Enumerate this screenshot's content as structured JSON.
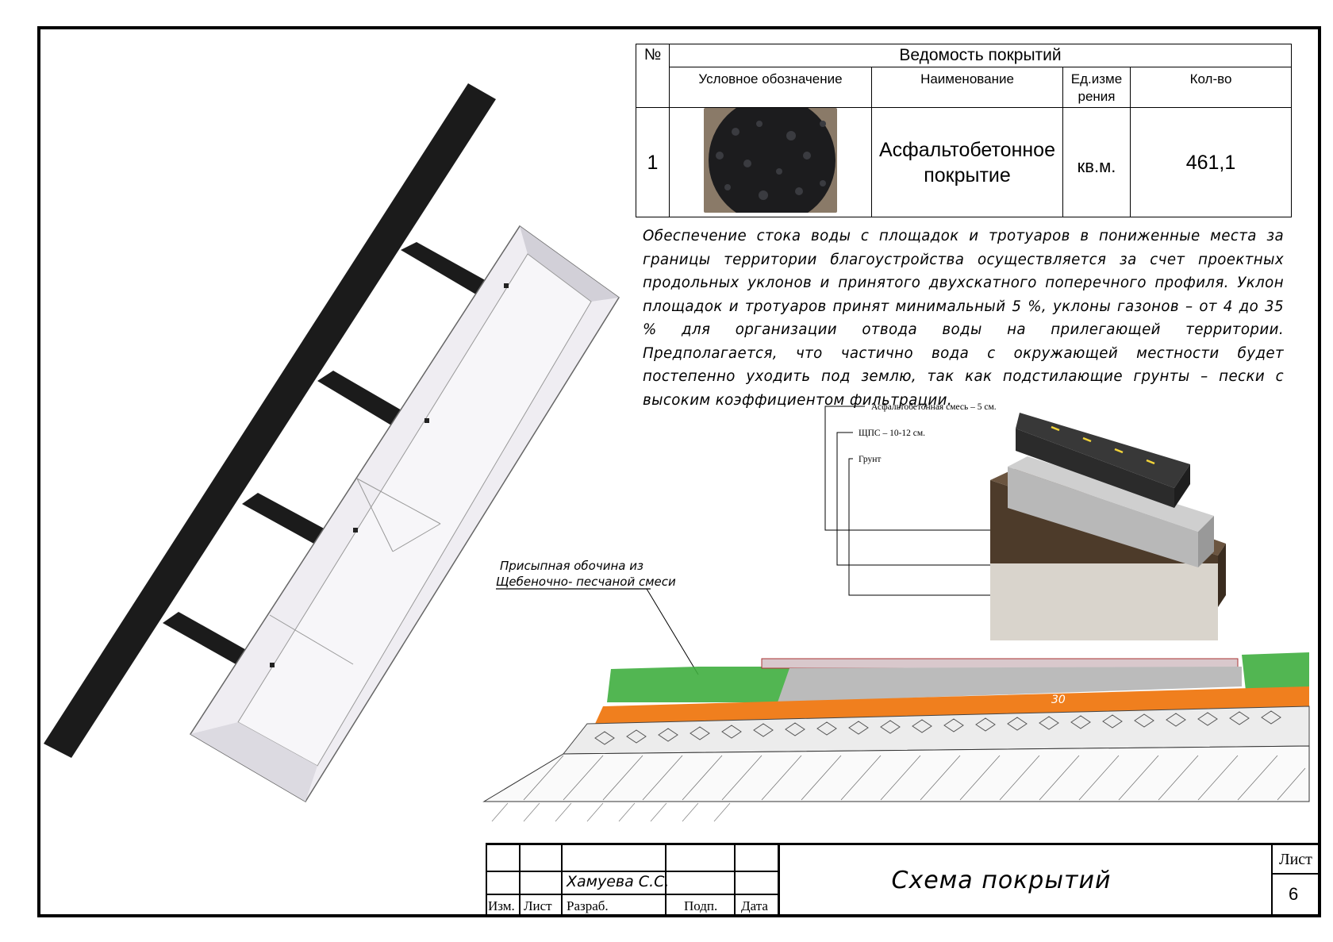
{
  "coverage_table": {
    "title": "Ведомость покрытий",
    "headers": {
      "number": "№",
      "symbol": "Условное обозначение",
      "name": "Наименование",
      "unit_line1": "Ед.изме",
      "unit_line2": "рения",
      "quantity": "Кол-во"
    },
    "rows": [
      {
        "number": "1",
        "name_line1": "Асфальтобетонное",
        "name_line2": "покрытие",
        "unit": "кв.м.",
        "quantity": "461,1"
      }
    ]
  },
  "description": "Обеспечение стока воды с площадок и тротуаров в пониженные места за границы территории благоустройства осуществляется за счет проектных продольных уклонов и принятого двухскатного поперечного профиля. Уклон площадок и тротуаров принят минимальный 5 %, уклоны газонов – от 4 до 35 % для организации отвода воды на прилегающей территории. Предполагается, что частично вода с окружающей местности будет постепенно уходить под землю, так как подстилающие грунты – пески с высоким коэффициентом фильтрации.",
  "layers_diagram": {
    "labels": [
      "Асфальтобетонная смесь – 5 см.",
      "ЩПС – 10-12 см.",
      "Грунт"
    ]
  },
  "section": {
    "shoulder_label_line1": "Присыпная обочина из",
    "shoulder_label_line2": "Щебеночно- песчаной смеси",
    "layer_mark": "30"
  },
  "title_block": {
    "developer_name": "Хамуева С.С.",
    "izm": "Изм.",
    "list": "Лист",
    "razrab": "Разраб.",
    "podp": "Подп.",
    "data": "Дата",
    "title": "Схема покрытий",
    "sheet_label": "Лист",
    "sheet_number": "6"
  },
  "colors": {
    "road": "#1b1b1b",
    "roof": "#efedf2",
    "asphalt": "#2b2b2b",
    "sand_layer": "#f07f1e",
    "grass": "#3fae3f"
  }
}
